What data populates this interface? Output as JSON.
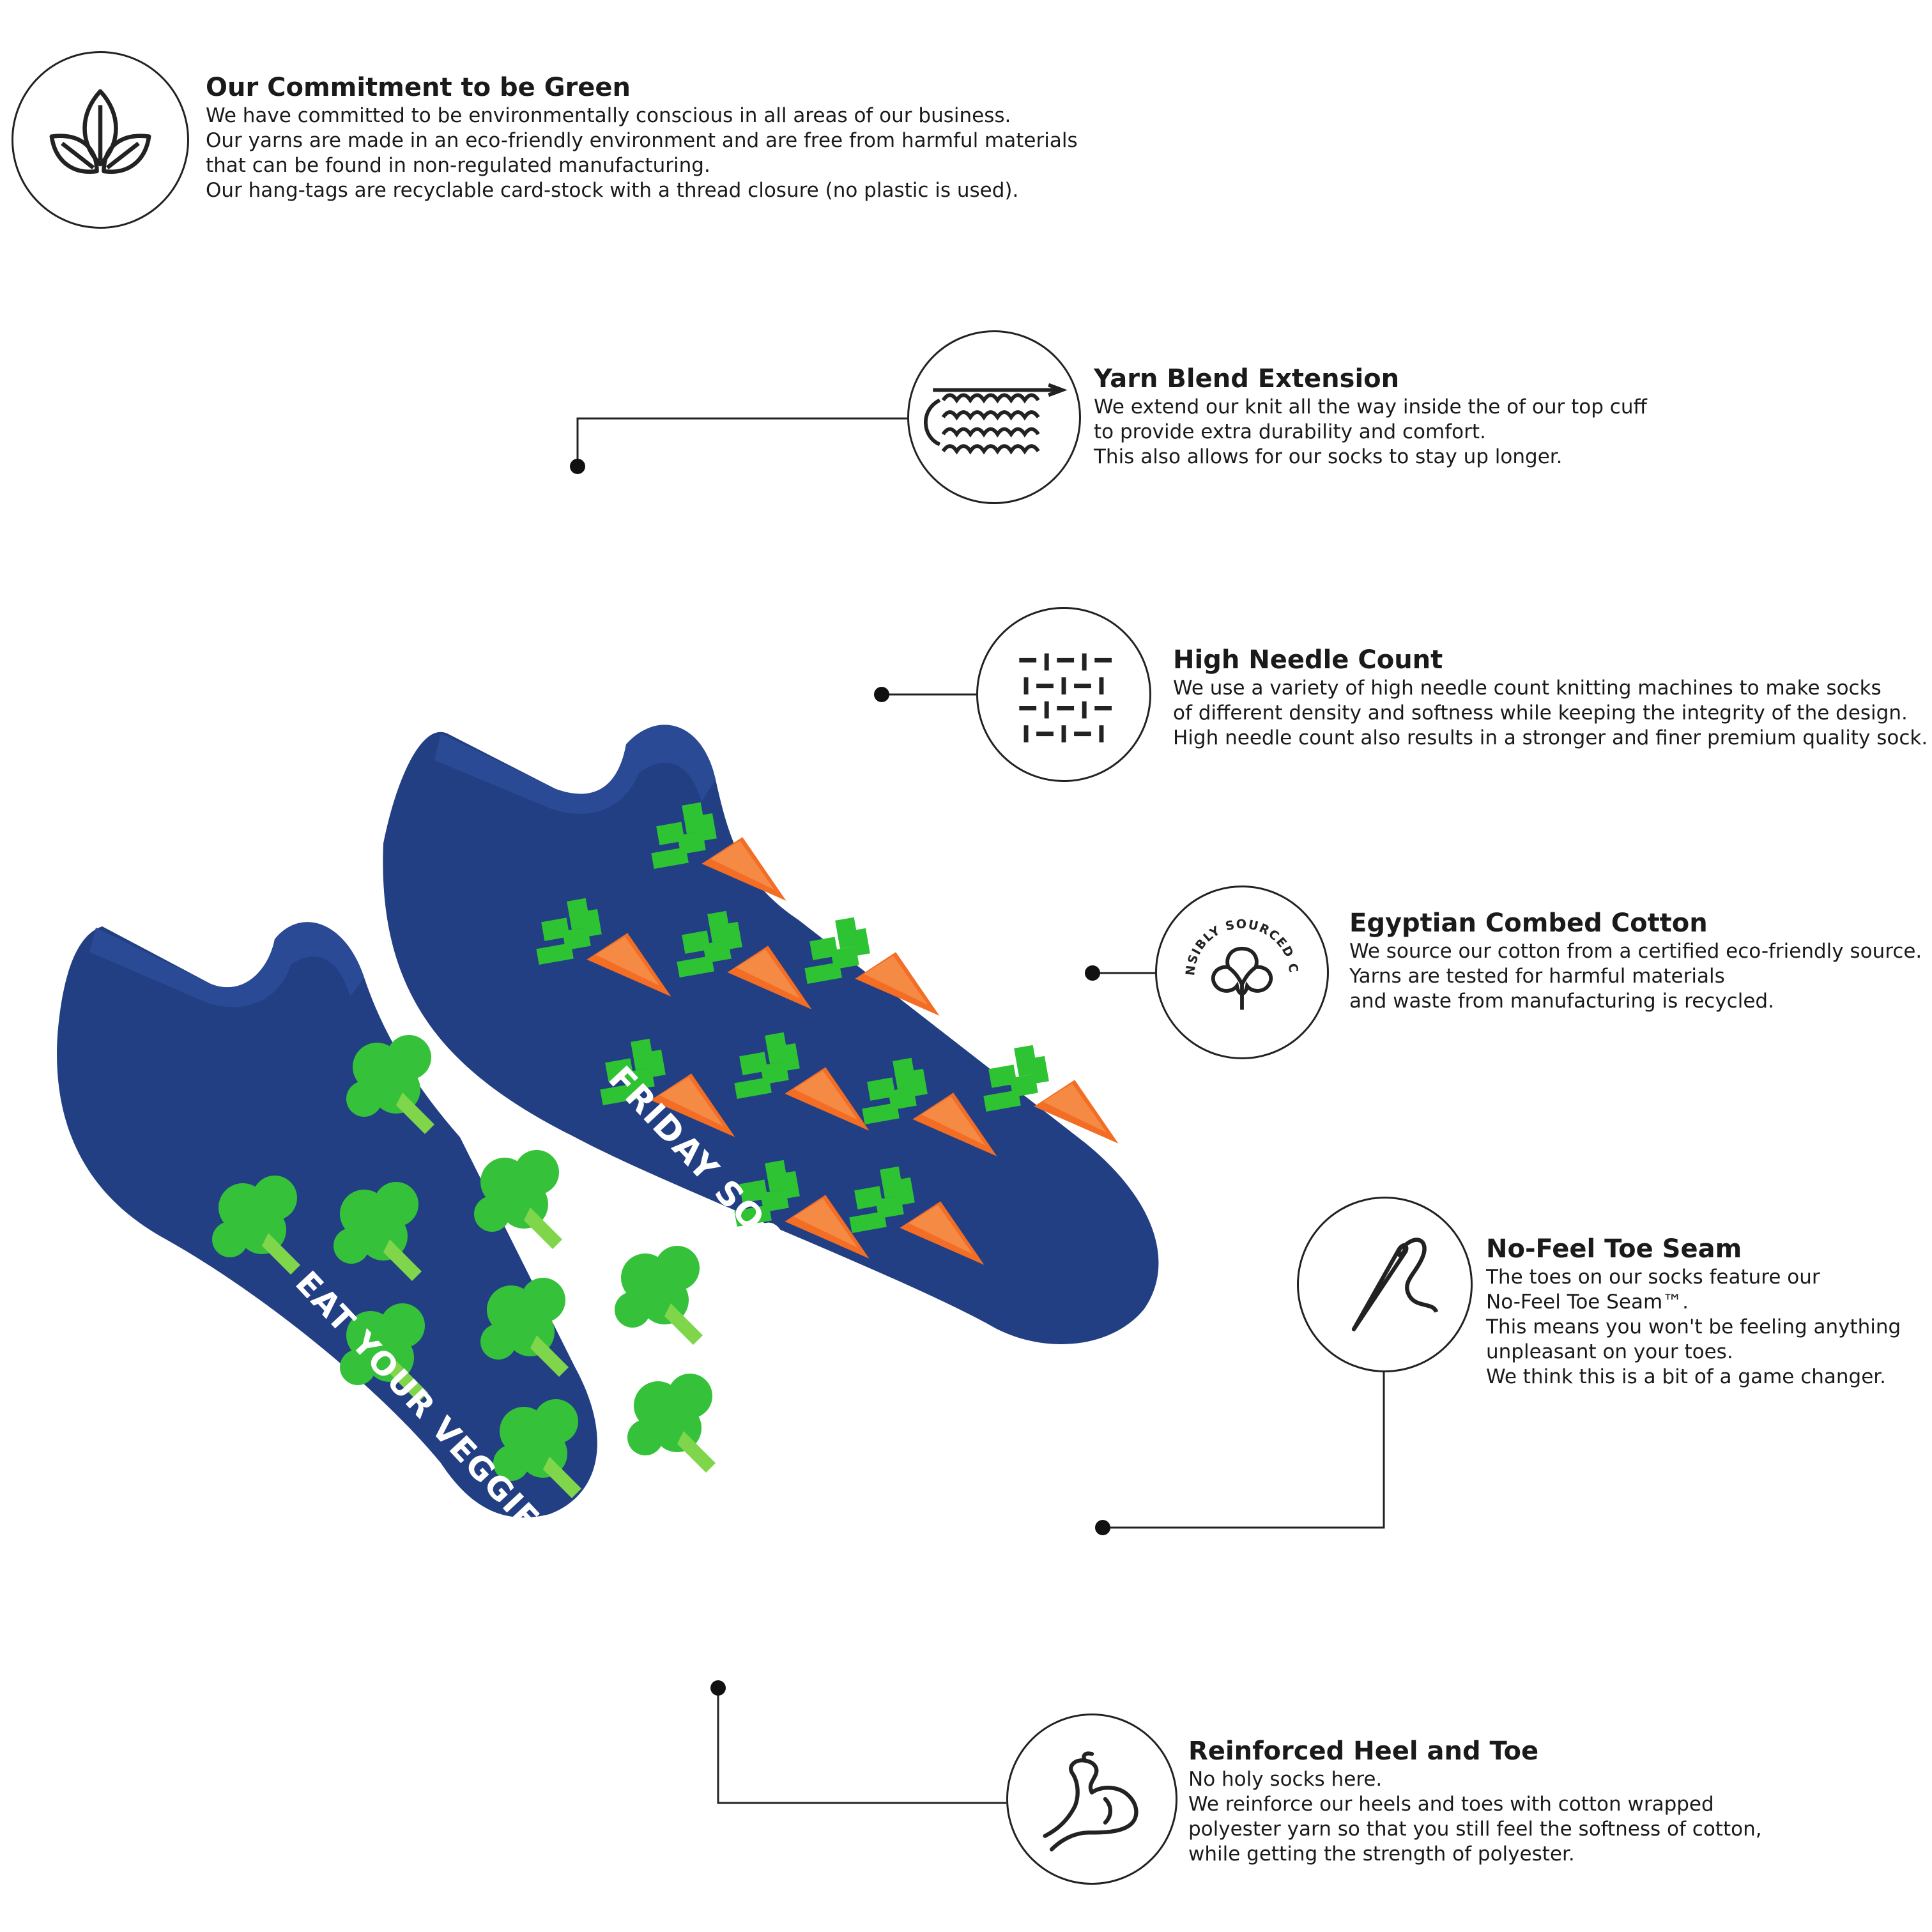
{
  "colors": {
    "sock": "#223f84",
    "sock_dark": "#1c3571",
    "carrot": "#f36d25",
    "carrot_dark": "#d85414",
    "leaf": "#2ec332",
    "broccoli": "#35c23a",
    "broccoli_dark": "#1f9e26",
    "ink": "#1a1a1a"
  },
  "features": [
    {
      "id": "green",
      "icon": "leaves-icon",
      "title": "Our Commitment to be Green",
      "lines": [
        "We have committed to be environmentally conscious in all areas of our business.",
        "Our yarns are made in an eco-friendly environment and are free from harmful materials",
        "that can be found in non-regulated manufacturing.",
        "Our hang-tags are recyclable card-stock with a thread closure (no plastic is used)."
      ]
    },
    {
      "id": "yarn",
      "icon": "knit-stitch-icon",
      "title": "Yarn Blend Extension",
      "lines": [
        "We extend our knit all the way inside the of our top cuff",
        "to provide extra durability and comfort.",
        "This also allows for our socks to stay up longer."
      ]
    },
    {
      "id": "needle-count",
      "icon": "weave-pattern-icon",
      "title": "High Needle Count",
      "lines": [
        "We use a variety of high needle count knitting machines to make socks",
        "of different density and softness while keeping the integrity of the design.",
        "High needle count also results in a stronger and finer premium quality sock."
      ]
    },
    {
      "id": "cotton",
      "icon": "cotton-flower-icon",
      "badge_text": "RESPONSIBLY SOURCED COTTON",
      "title": "Egyptian Combed Cotton",
      "lines": [
        "We source our cotton from a certified eco-friendly source.",
        "Yarns are tested for harmful materials",
        "and waste from manufacturing is recycled."
      ]
    },
    {
      "id": "toe-seam",
      "icon": "needle-thread-icon",
      "title": "No-Feel Toe Seam",
      "lines": [
        "The toes on our socks feature our",
        "No-Feel Toe Seam™.",
        "This means you won't be feeling anything",
        "unpleasant on your toes.",
        "We think this is a bit of a game changer."
      ]
    },
    {
      "id": "heel-toe",
      "icon": "flexed-arm-icon",
      "title": "Reinforced Heel and Toe",
      "lines": [
        "No holy socks here.",
        "We reinforce our heels and toes with cotton wrapped",
        "polyester yarn so that you still feel the softness of cotton,",
        "while getting the strength of polyester."
      ]
    }
  ],
  "socks": {
    "left_sole_text": "EAT YOUR VEGGIES",
    "right_sole_text": "FRIDAY SOCK CO."
  }
}
